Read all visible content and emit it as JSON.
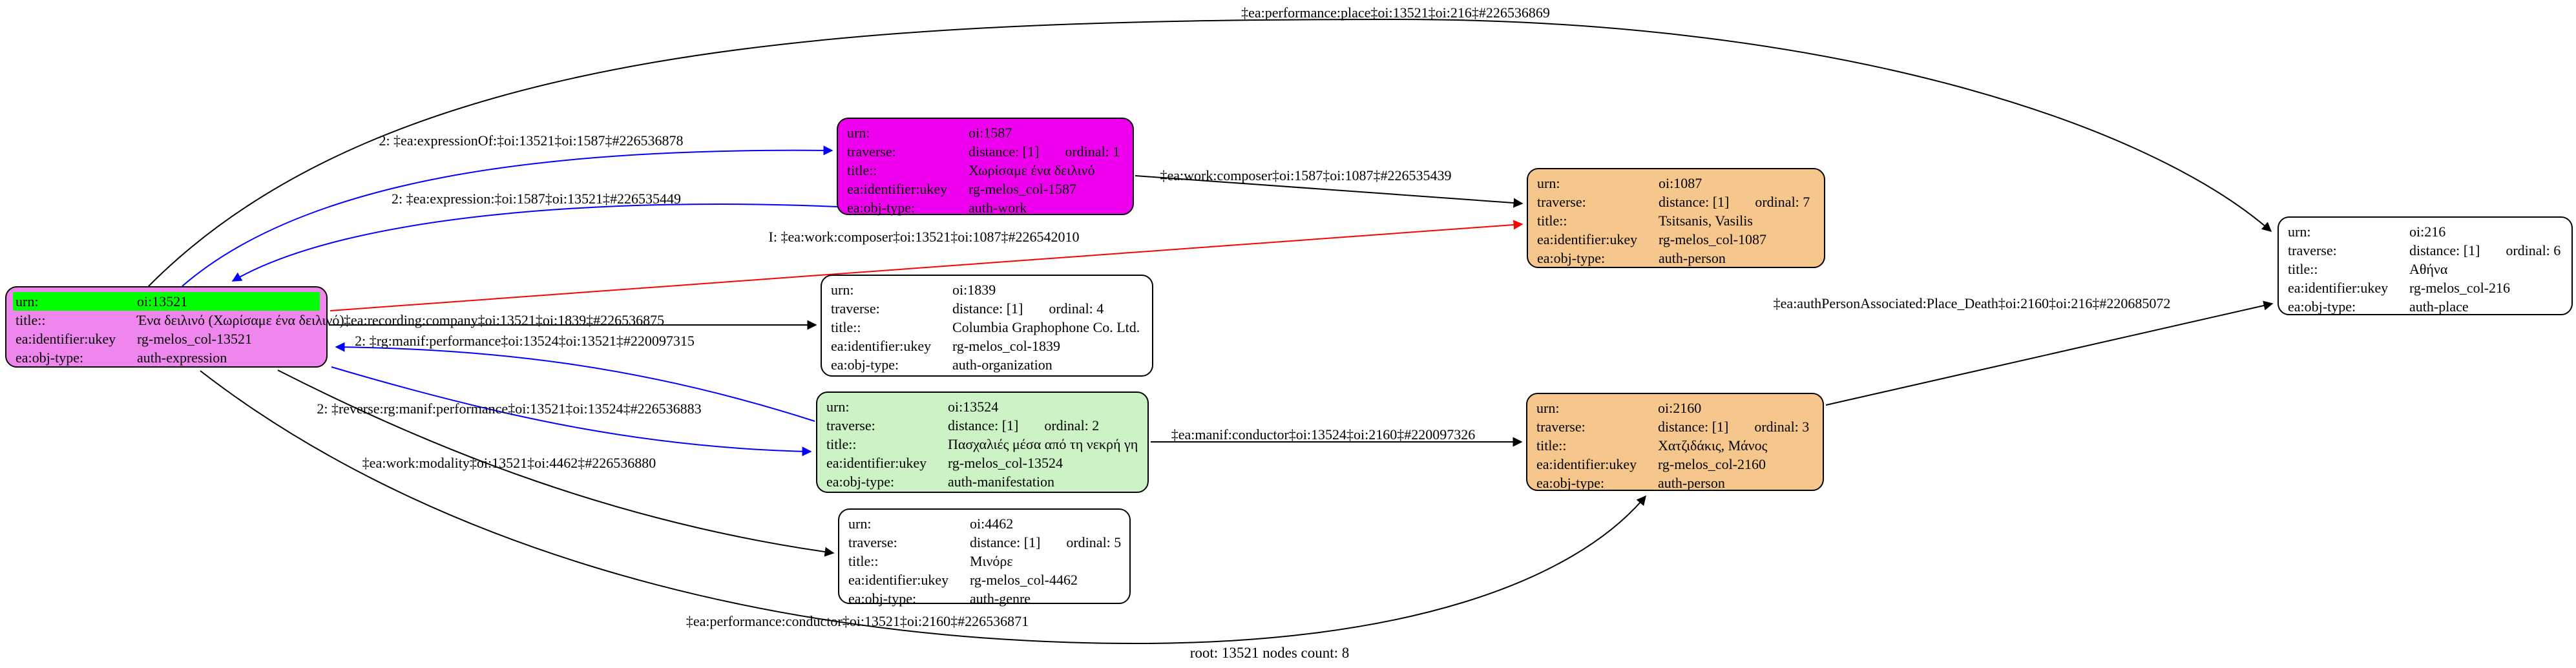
{
  "caption": "root: 13521 nodes count: 8",
  "field_labels": {
    "urn": "urn:",
    "traverse": "traverse:",
    "title": "title::",
    "ukey": "ea:identifier:ukey",
    "objtype": "ea:obj-type:"
  },
  "nodes": {
    "n13521": {
      "urn": "oi:13521",
      "title": "Ένα δειλινό (Χωρίσαμε ένα δειλινό)",
      "ukey": "rg-melos_col-13521",
      "objtype": "auth-expression"
    },
    "n1587": {
      "urn": "oi:1587",
      "distance": "distance: [1]",
      "ordinal": "ordinal: 1",
      "title": "Χωρίσαμε ένα δειλινό",
      "ukey": "rg-melos_col-1587",
      "objtype": "auth-work"
    },
    "n1087": {
      "urn": "oi:1087",
      "distance": "distance: [1]",
      "ordinal": "ordinal: 7",
      "title": "Tsitsanis, Vasilis",
      "ukey": "rg-melos_col-1087",
      "objtype": "auth-person"
    },
    "n1839": {
      "urn": "oi:1839",
      "distance": "distance: [1]",
      "ordinal": "ordinal: 4",
      "title": "Columbia Graphophone Co. Ltd.",
      "ukey": "rg-melos_col-1839",
      "objtype": "auth-organization"
    },
    "n13524": {
      "urn": "oi:13524",
      "distance": "distance: [1]",
      "ordinal": "ordinal: 2",
      "title": "Πασχαλιές μέσα από τη νεκρή γη",
      "ukey": "rg-melos_col-13524",
      "objtype": "auth-manifestation"
    },
    "n4462": {
      "urn": "oi:4462",
      "distance": "distance: [1]",
      "ordinal": "ordinal: 5",
      "title": "Μινόρε",
      "ukey": "rg-melos_col-4462",
      "objtype": "auth-genre"
    },
    "n2160": {
      "urn": "oi:2160",
      "distance": "distance: [1]",
      "ordinal": "ordinal: 3",
      "title": "Χατζιδάκις, Μάνος",
      "ukey": "rg-melos_col-2160",
      "objtype": "auth-person"
    },
    "n216": {
      "urn": "oi:216",
      "distance": "distance: [1]",
      "ordinal": "ordinal: 6",
      "title": "Αθήνα",
      "ukey": "rg-melos_col-216",
      "objtype": "auth-place"
    }
  },
  "edges": {
    "performance_place": "‡ea:performance:place‡oi:13521‡oi:216‡#226536869",
    "expression_of": "2: ‡ea:expressionOf:‡oi:13521‡oi:1587‡#226536878",
    "expression": "2: ‡ea:expression:‡oi:1587‡oi:13521‡#226535449",
    "work_composer": "‡ea:work:composer‡oi:1587‡oi:1087‡#226535439",
    "work_composer_inferred": "I: ‡ea:work:composer‡oi:13521‡oi:1087‡#226542010",
    "recording_company": "‡ea:recording:company‡oi:13521‡oi:1839‡#226536875",
    "manif_performance": "2: ‡rg:manif:performance‡oi:13524‡oi:13521‡#220097315",
    "reverse_manif_performance": "2: ‡reverse:rg:manif:performance‡oi:13521‡oi:13524‡#226536883",
    "work_modality": "‡ea:work:modality‡oi:13521‡oi:4462‡#226536880",
    "manif_conductor": "‡ea:manif:conductor‡oi:13524‡oi:2160‡#220097326",
    "auth_person_place_death": "‡ea:authPersonAssociated:Place_Death‡oi:2160‡oi:216‡#220685072",
    "performance_conductor": "‡ea:performance:conductor‡oi:13521‡oi:2160‡#226536871"
  },
  "colors": {
    "expression_node": "#EE86EE",
    "work_node": "#EE00EE",
    "person_node": "#F6C78C",
    "manifestation_node": "#CDF2C5",
    "plain_node": "#FFFFFF",
    "urn_highlight": "#00FF00",
    "edge_default": "#000000",
    "edge_traverse": "#0000FF",
    "edge_inferred": "#FF0000"
  }
}
